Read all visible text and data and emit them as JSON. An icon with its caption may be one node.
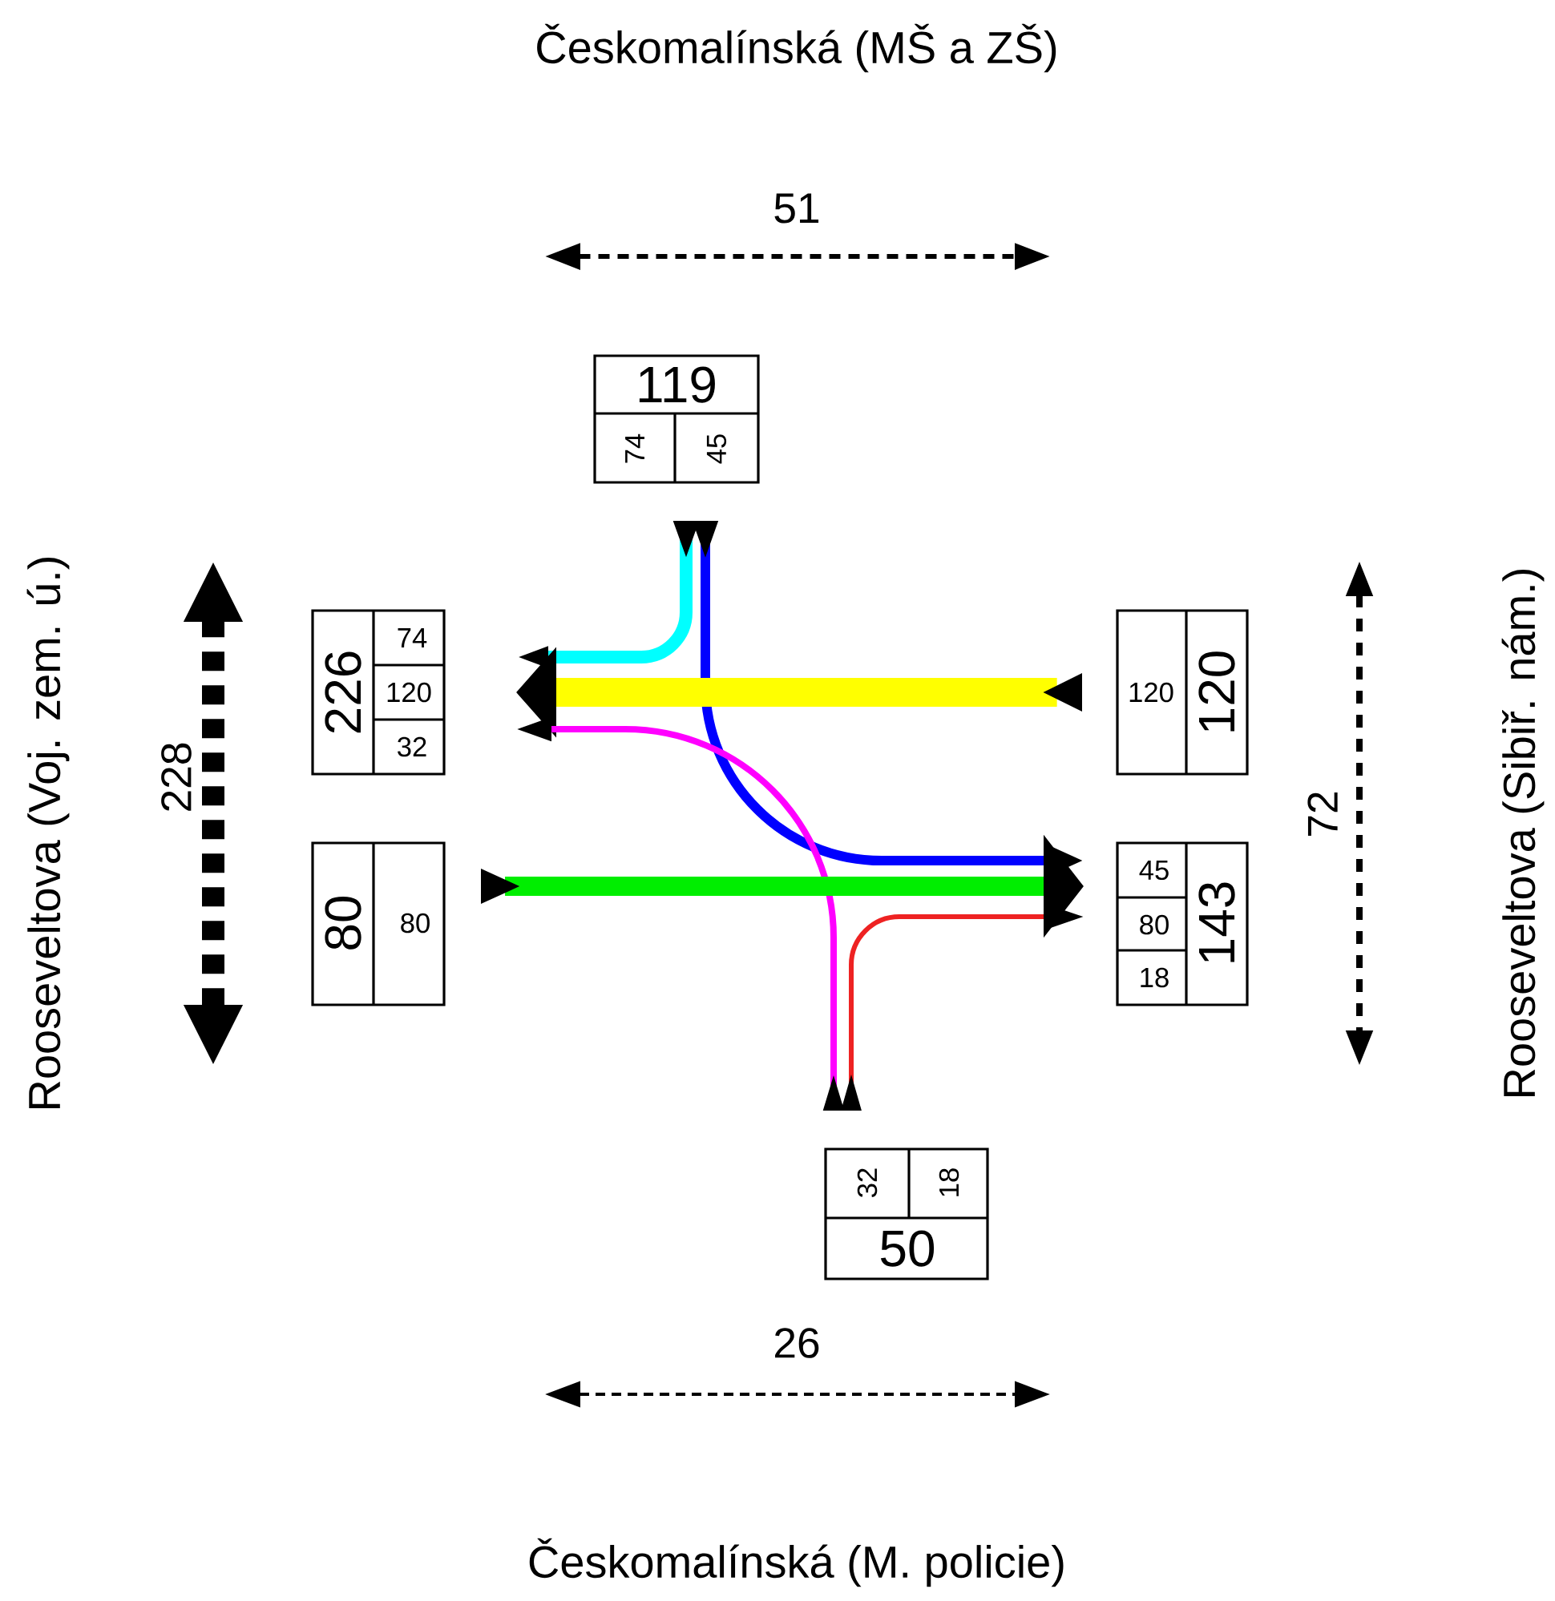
{
  "diagram": {
    "nodes": [
      {
        "text": [
          "119",
          "74",
          "45"
        ]
      },
      {
        "text": [
          "226",
          "74",
          "120",
          "32"
        ]
      },
      {
        "text": [
          "80",
          "80"
        ]
      },
      {
        "text": [
          "120",
          "120"
        ]
      },
      {
        "text": [
          "45",
          "80",
          "18",
          "143"
        ]
      },
      {
        "text": [
          "32",
          "18",
          "50"
        ]
      }
    ],
    "edges": [
      {
        "from": 0,
        "to": 1,
        "arrow": "to",
        "color": "#00ffff"
      },
      {
        "from": 0,
        "to": 4,
        "arrow": "to",
        "color": "#0000ff"
      },
      {
        "from": 3,
        "to": 1,
        "arrow": "to",
        "style": "thick",
        "color": "#ffff00"
      },
      {
        "from": 5,
        "to": 1,
        "arrow": "to",
        "color": "#ff00ff"
      },
      {
        "from": 5,
        "to": 4,
        "arrow": "to",
        "color": "#ee2222"
      },
      {
        "from": 2,
        "to": 4,
        "arrow": "to",
        "style": "thick",
        "color": "#00ee00"
      }
    ],
    "labels": [
      "Českomalínská (MŠ a ZŠ)",
      "51",
      "Rooseveltova (Voj. zem. ú.)",
      "228",
      "Rooseveltova (Sibiř. nám.)",
      "72",
      "26",
      "Českomalínská (M. policie)"
    ]
  }
}
